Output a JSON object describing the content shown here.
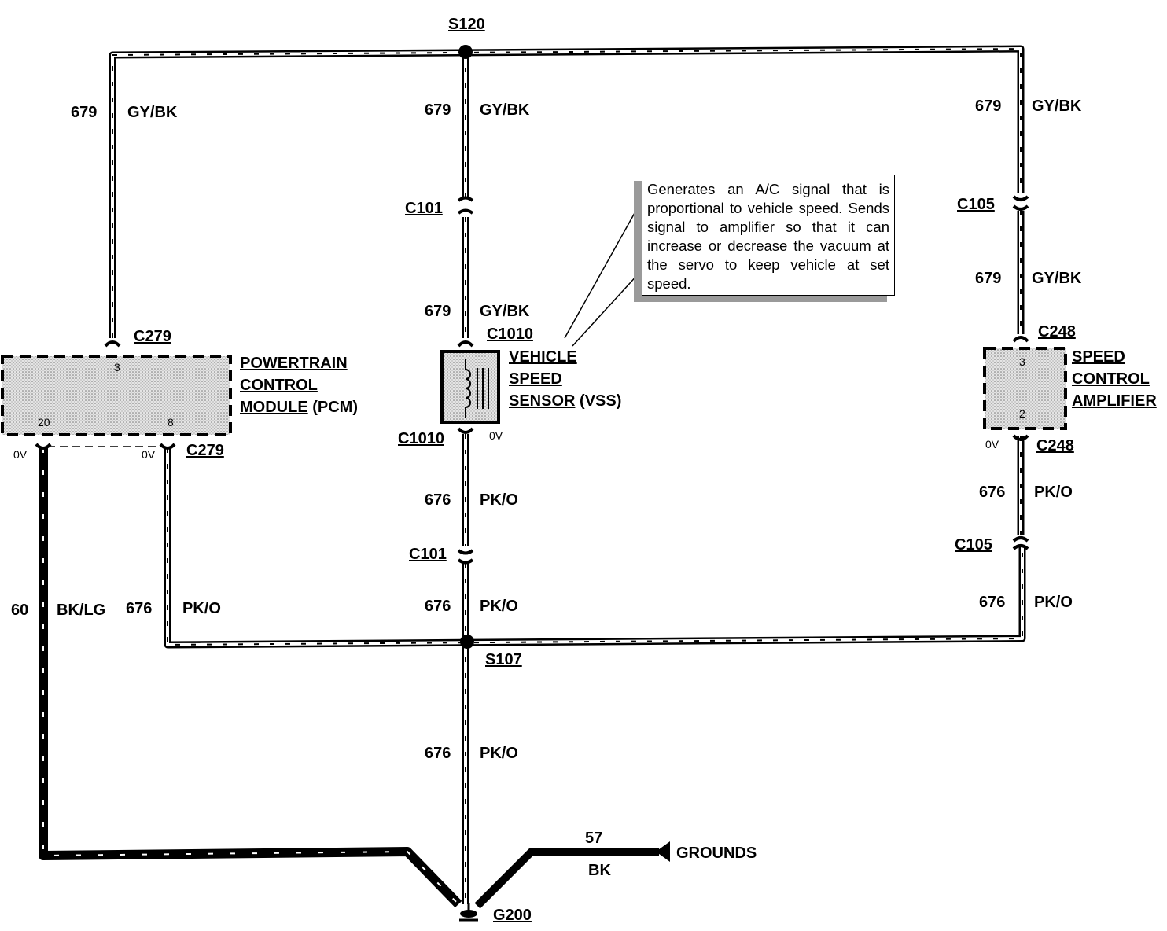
{
  "splices": {
    "s120": "S120",
    "s107": "S107",
    "g200": "G200"
  },
  "wires": {
    "circuit_679": "679",
    "color_gybk": "GY/BK",
    "circuit_676": "676",
    "color_pko": "PK/O",
    "circuit_60": "60",
    "color_bklg": "BK/LG",
    "circuit_57": "57",
    "color_bk": "BK"
  },
  "connectors": {
    "c101": "C101",
    "c105": "C105",
    "c279": "C279",
    "c1010": "C1010",
    "c248": "C248"
  },
  "components": {
    "pcm_line1": "POWERTRAIN",
    "pcm_line2": "CONTROL",
    "pcm_line3": "MODULE",
    "pcm_suffix": "(PCM)",
    "vss_line1": "VEHICLE",
    "vss_line2": "SPEED",
    "vss_line3": "SENSOR",
    "vss_suffix": "(VSS)",
    "sca_line1": "SPEED",
    "sca_line2": "CONTROL",
    "sca_line3": "AMPLIFIER",
    "grounds": "GROUNDS"
  },
  "pins": {
    "pcm_3": "3",
    "pcm_20": "20",
    "pcm_8": "8",
    "sca_3": "3",
    "sca_2": "2"
  },
  "voltages": {
    "zero": "0V"
  },
  "note": {
    "text": "Generates an A/C signal that is proportional to vehicle speed. Sends signal to amplifier so that it can increase or decrease the vacuum at the servo to keep vehicle at set speed."
  }
}
